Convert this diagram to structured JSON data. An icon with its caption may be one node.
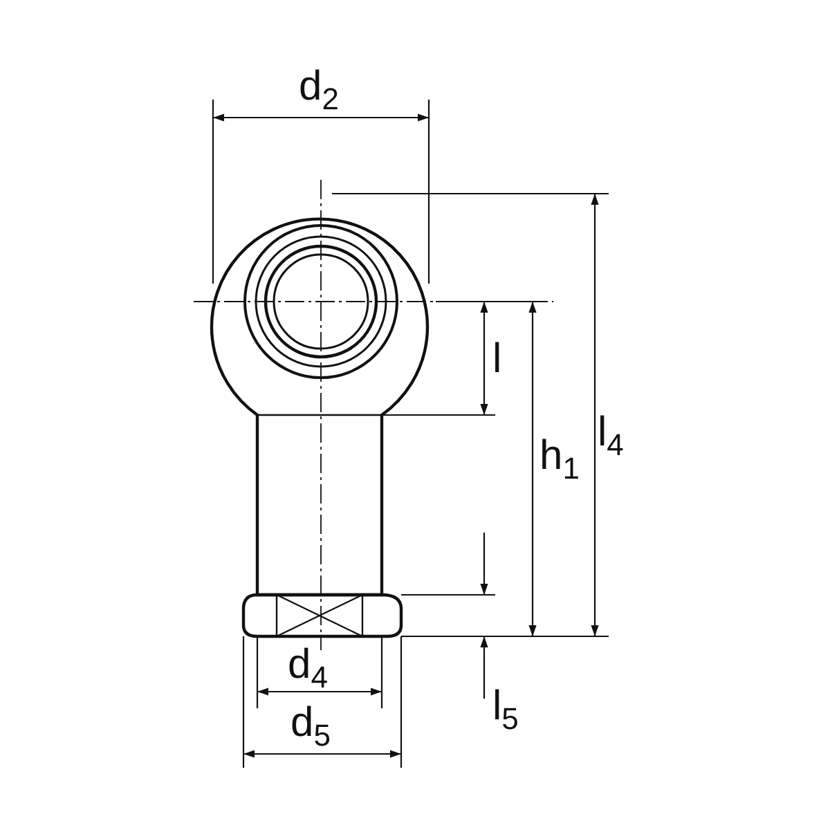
{
  "diagram": {
    "labels": [
      "d$_{2}$",
      "l",
      "h$_{1}$",
      "l$_{4}$",
      "d$_{4}$",
      "l$_{5}$",
      "d$_{5}$"
    ]
  }
}
